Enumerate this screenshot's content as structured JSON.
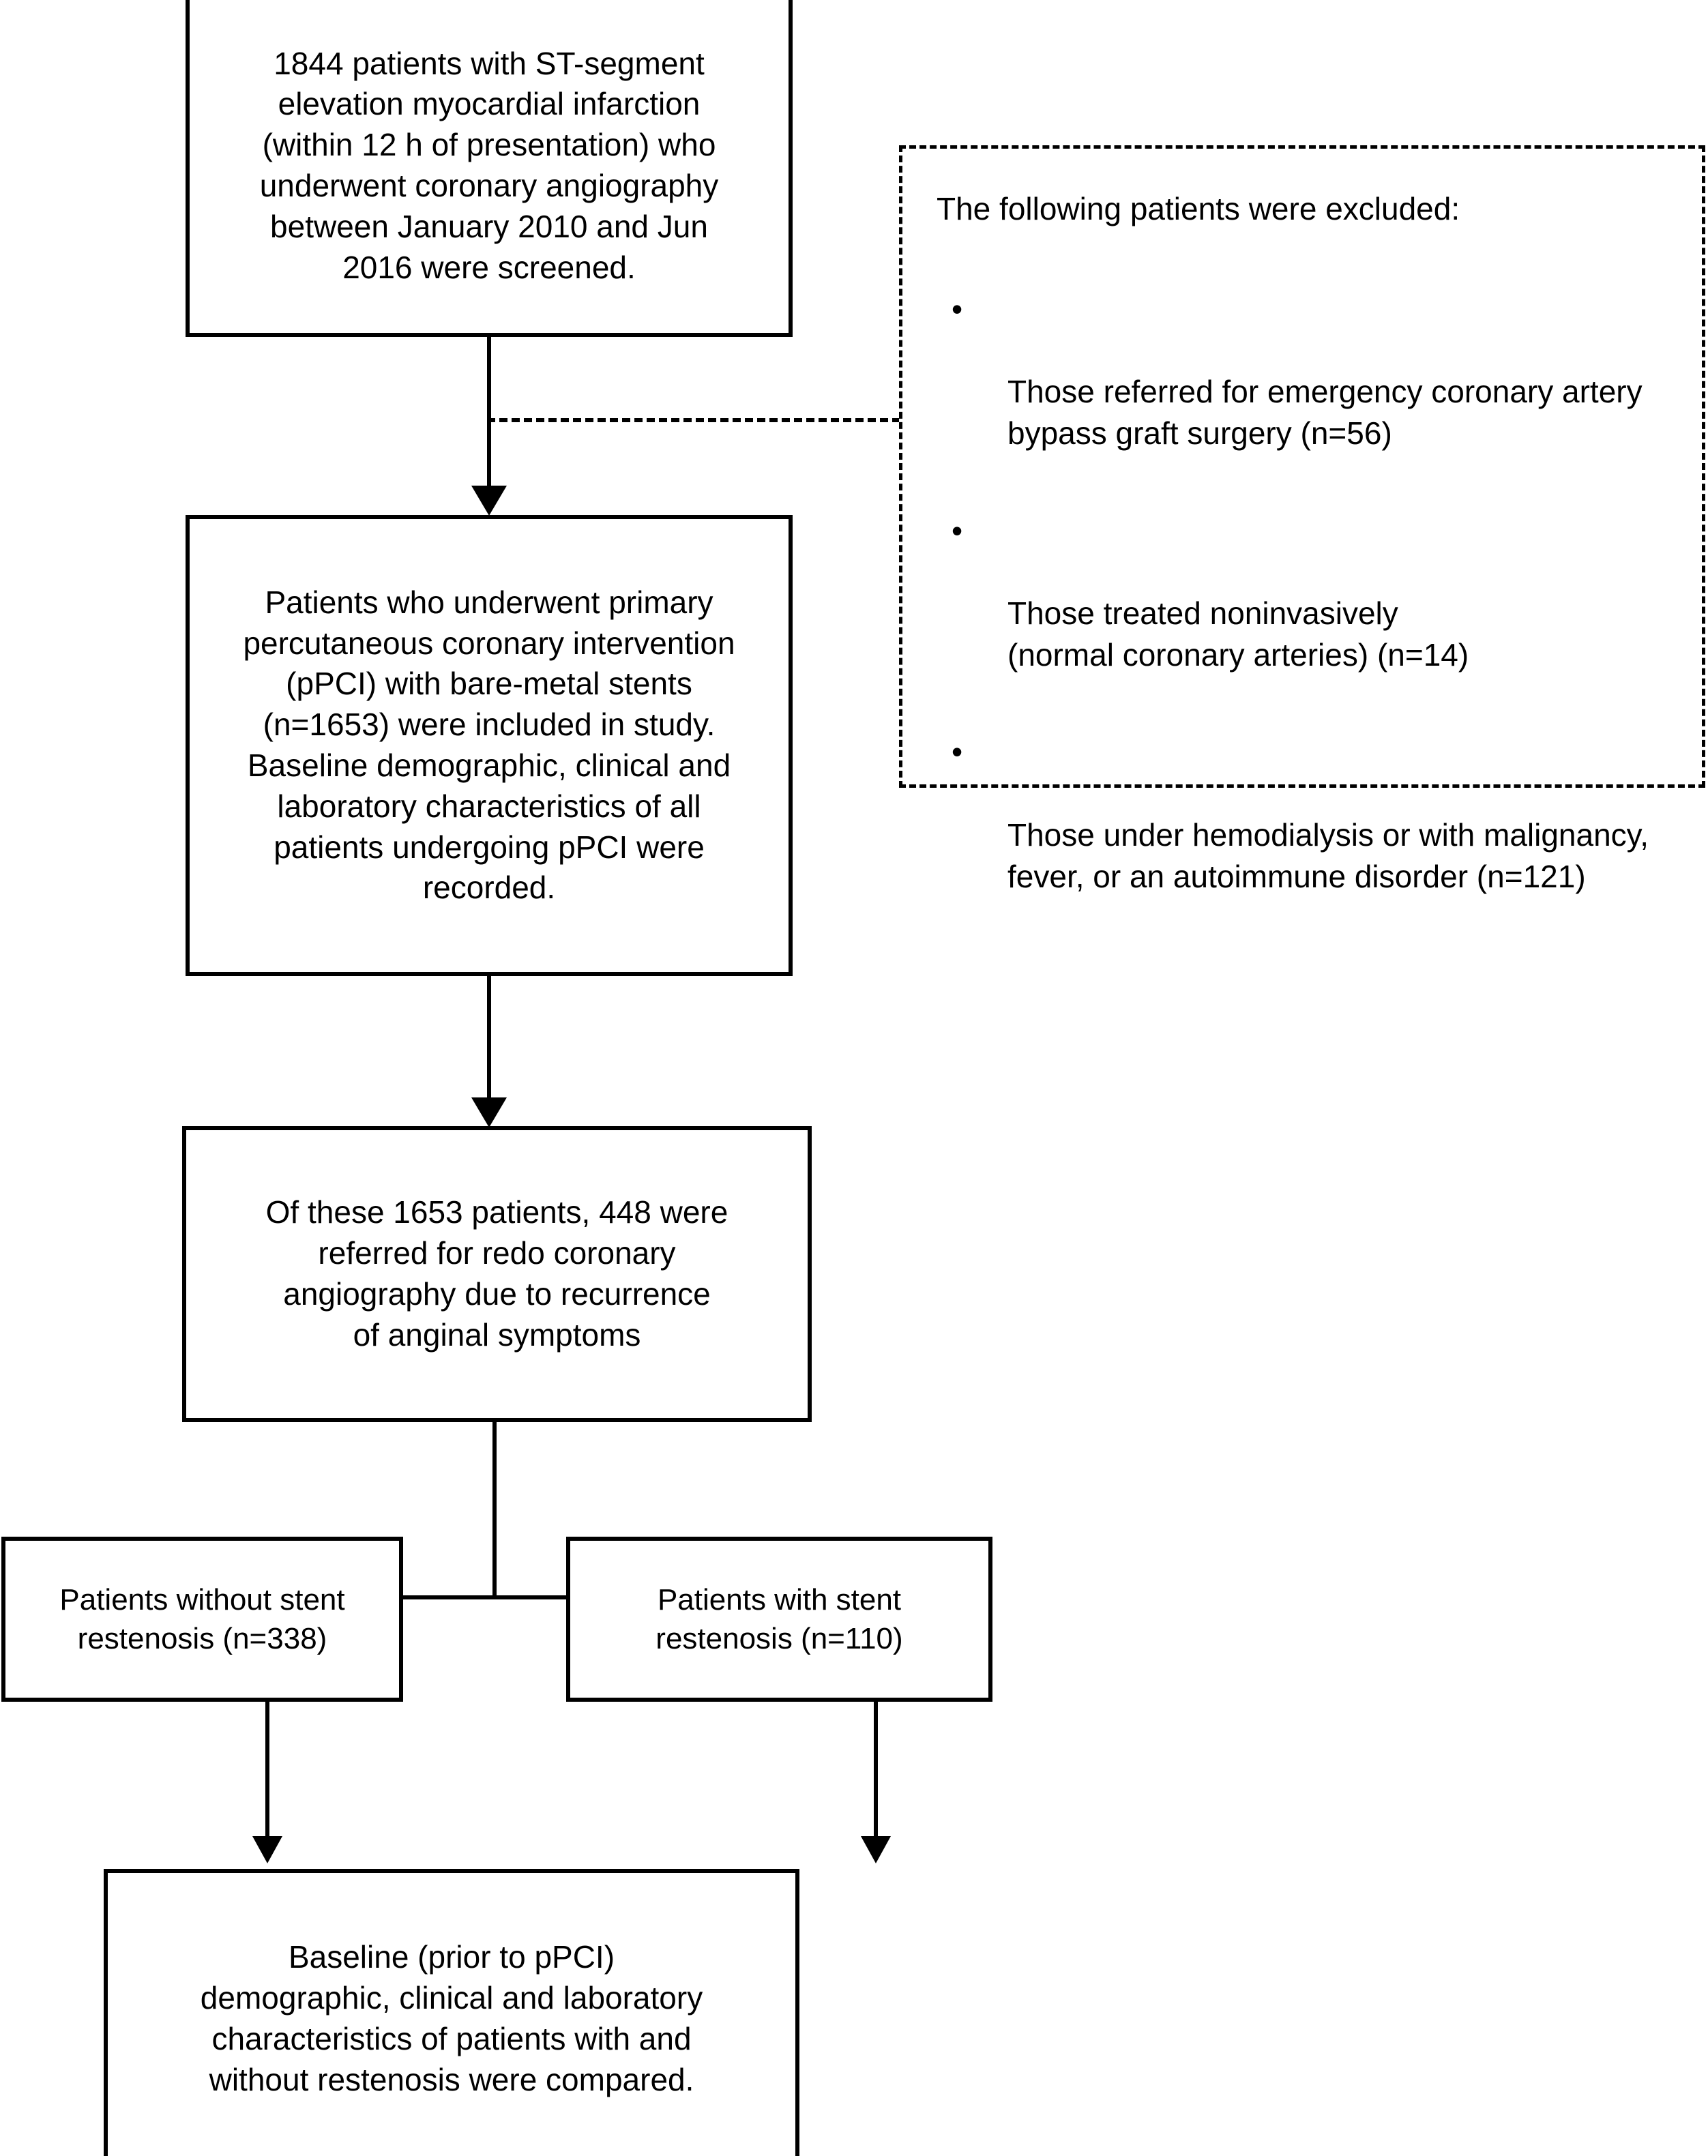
{
  "diagram": {
    "title": "Study patient-selection flow diagram",
    "colors": {
      "stroke": "#000000",
      "background": "#ffffff",
      "text": "#000000"
    },
    "nodes": {
      "screened": {
        "id": "box-screened",
        "text": "1844 patients with ST-segment\nelevation myocardial infarction\n(within 12 h of presentation) who\nunderwent coronary angiography\nbetween January 2010 and Jun\n2016 were screened."
      },
      "ppci": {
        "id": "box-ppci",
        "text": "Patients who underwent primary\npercutaneous coronary intervention\n(pPCI) with bare-metal stents\n(n=1653) were included in study.\nBaseline demographic, clinical and\nlaboratory characteristics of all\npatients undergoing pPCI were\nrecorded."
      },
      "redo": {
        "id": "box-redo",
        "text": "Of these 1653 patients, 448 were\nreferred for redo coronary\nangiography due to recurrence\nof anginal symptoms"
      },
      "no_restenosis": {
        "id": "box-no-restenosis",
        "text": "Patients without stent\nrestenosis (n=338)"
      },
      "restenosis": {
        "id": "box-restenosis",
        "text": "Patients with stent\nrestenosis (n=110)"
      },
      "compared": {
        "id": "box-compared",
        "text": "Baseline (prior to pPCI)\ndemographic, clinical and laboratory\ncharacteristics of patients with and\nwithout restenosis were compared."
      }
    },
    "excluded_panel": {
      "heading": "The following patients were excluded:",
      "bullet_glyph": "•",
      "items": [
        "Those referred for emergency coronary artery\nbypass graft surgery (n=56)",
        "Those treated noninvasively\n(normal coronary arteries) (n=14)",
        "Those under hemodialysis or with malignancy,\nfever, or an autoimmune disorder (n=121)"
      ]
    },
    "numbers": {
      "screened": 1844,
      "included_ppci": 1653,
      "redo_angiography": 448,
      "without_restenosis": 338,
      "with_restenosis": 110,
      "excluded_cabg": 56,
      "excluded_noninvasive": 14,
      "excluded_comorbidity": 121
    }
  }
}
